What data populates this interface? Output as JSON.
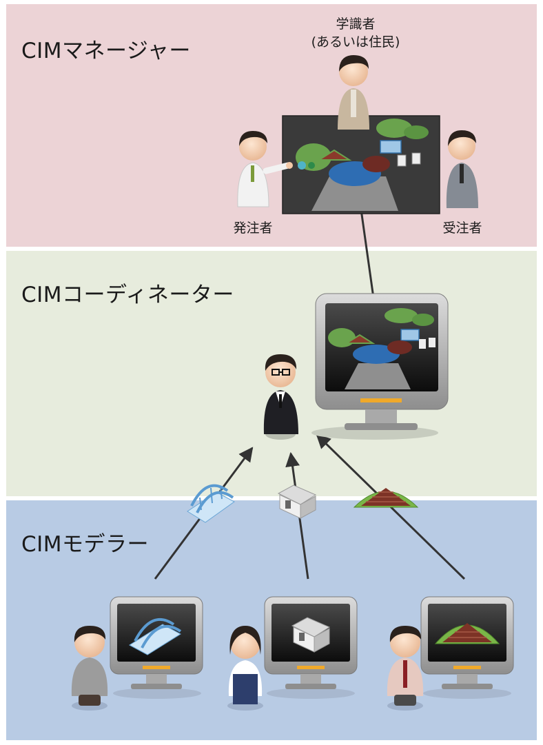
{
  "bands": {
    "manager": {
      "title": "CIMマネージャー"
    },
    "coordinator": {
      "title": "CIMコーディネーター"
    },
    "modeler": {
      "title": "CIMモデラー"
    }
  },
  "roles": {
    "scholar_line1": "学識者",
    "scholar_line2": "(あるいは住民)",
    "client": "発注者",
    "contractor": "受注者"
  },
  "colors": {
    "manager_band": "#ecd3d6",
    "coordinator_band": "#e7ecdd",
    "modeler_band": "#b8cbe4",
    "arrow": "#333333"
  },
  "icons": [
    "bridge-icon",
    "house-icon",
    "embankment-icon",
    "monitor-icon",
    "person-icon"
  ]
}
